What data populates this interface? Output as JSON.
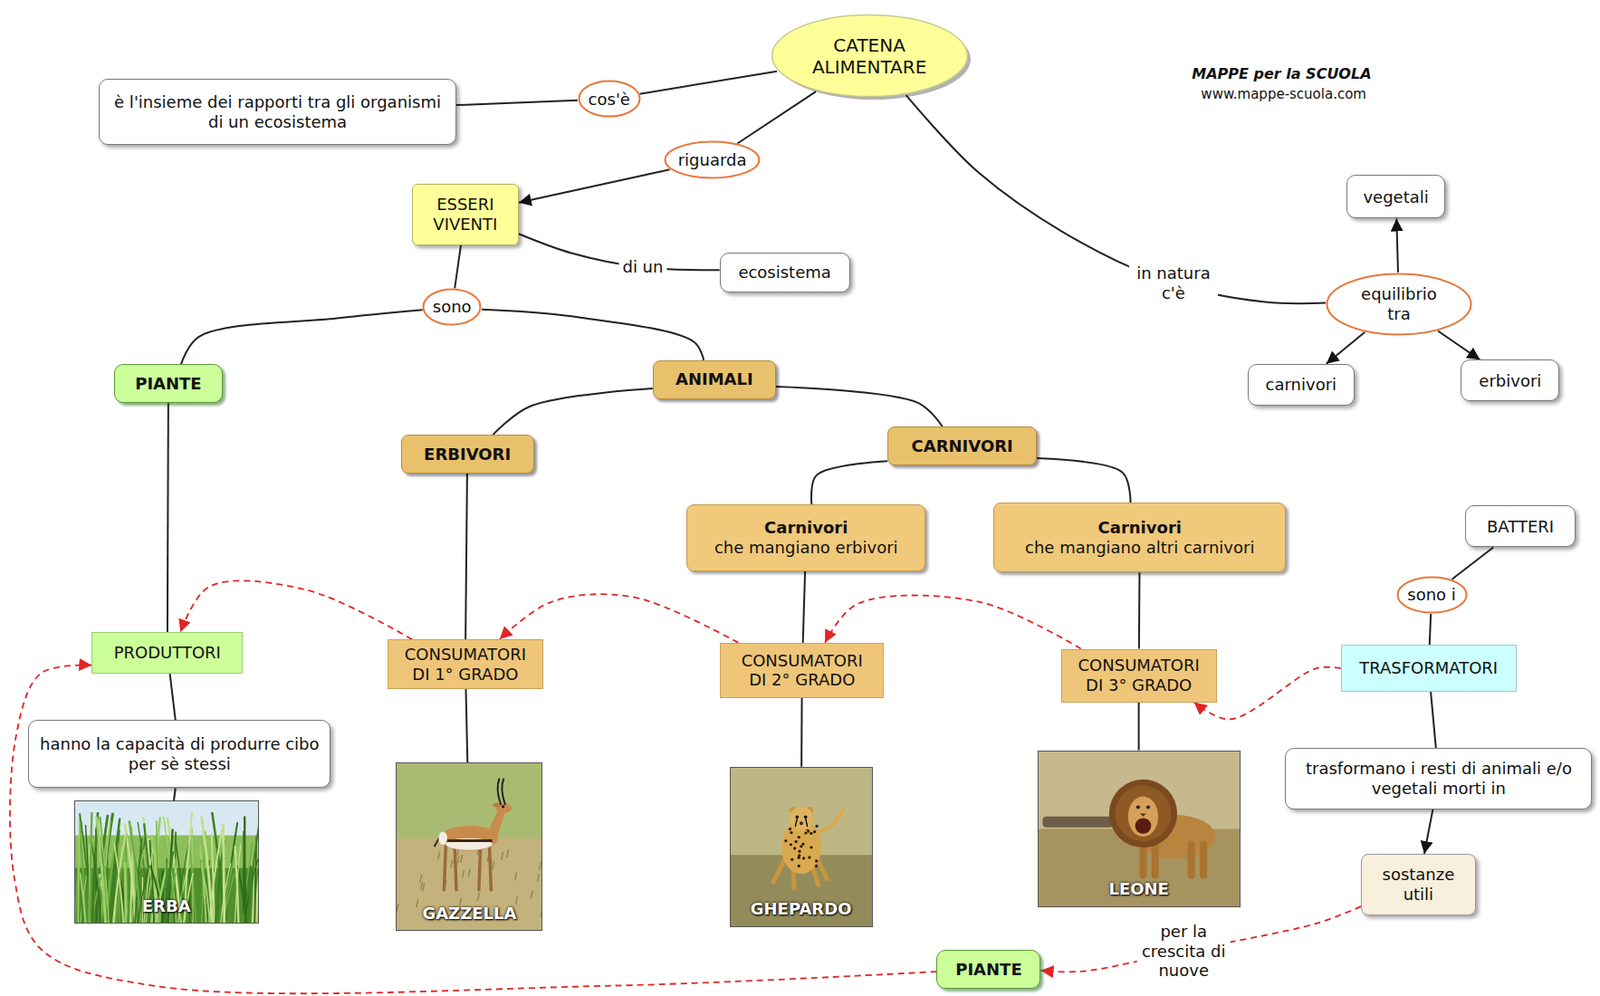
{
  "diagram": {
    "nodes": [
      {
        "text": [
          "CATENA ALIMENTARE"
        ]
      },
      {
        "text": [
          "è l'insieme dei rapporti tra gli organismi di un ecosistema"
        ]
      },
      {
        "text": [
          "cos'è"
        ]
      },
      {
        "text": [
          "riguarda"
        ]
      },
      {
        "text": [
          "vegetali"
        ]
      },
      {
        "text": [
          "ESSERI VIVENTI"
        ]
      },
      {
        "text": [
          "ecosistema"
        ]
      },
      {
        "text": [
          "equilibrio tra"
        ]
      },
      {
        "text": [
          "sono"
        ]
      },
      {
        "text": [
          "PIANTE"
        ]
      },
      {
        "text": [
          "ANIMALI"
        ]
      },
      {
        "text": [
          "carnivori"
        ]
      },
      {
        "text": [
          "erbivori"
        ]
      },
      {
        "text": [
          "CARNIVORI"
        ]
      },
      {
        "text": [
          "ERBIVORI"
        ]
      },
      {
        "text": [
          "Carnivori",
          "che mangiano erbivori"
        ]
      },
      {
        "text": [
          "Carnivori",
          "che mangiano altri carnivori"
        ]
      },
      {
        "text": [
          "BATTERI"
        ]
      },
      {
        "text": [
          "sono i"
        ]
      },
      {
        "text": [
          "PRODUTTORI"
        ]
      },
      {
        "text": [
          "CONSUMATORI DI 1° GRADO"
        ]
      },
      {
        "text": [
          "CONSUMATORI DI 2° GRADO"
        ]
      },
      {
        "text": [
          "TRASFORMATORI"
        ]
      },
      {
        "text": [
          "CONSUMATORI DI 3° GRADO"
        ]
      },
      {
        "text": [
          "hanno la capacità di produrre cibo per sè stessi"
        ]
      },
      {
        "text": [
          "trasformano i resti di animali e/o vegetali morti in"
        ]
      },
      {
        "text": [
          "LEONE"
        ]
      },
      {
        "text": [
          "GAZZELLA"
        ]
      },
      {
        "text": [
          "GHEPARDO"
        ]
      },
      {
        "text": [
          "ERBA"
        ]
      },
      {
        "text": [
          "sostanze utili"
        ]
      },
      {
        "text": [
          "PIANTE"
        ]
      }
    ],
    "edges": [
      {
        "from": 0,
        "to": 2,
        "arrow": "none"
      },
      {
        "from": 2,
        "to": 1,
        "arrow": "none"
      },
      {
        "from": 0,
        "to": 3,
        "arrow": "none"
      },
      {
        "from": 3,
        "to": 5,
        "arrow": "to"
      },
      {
        "from": 5,
        "to": 6,
        "label": "di un",
        "arrow": "none"
      },
      {
        "from": 0,
        "to": 7,
        "label": "in natura c'è",
        "arrow": "none"
      },
      {
        "from": 7,
        "to": 4,
        "arrow": "to"
      },
      {
        "from": 7,
        "to": 11,
        "arrow": "to"
      },
      {
        "from": 7,
        "to": 12,
        "arrow": "to"
      },
      {
        "from": 5,
        "to": 8,
        "arrow": "none"
      },
      {
        "from": 8,
        "to": 9,
        "arrow": "none"
      },
      {
        "from": 8,
        "to": 10,
        "arrow": "none"
      },
      {
        "from": 10,
        "to": 14,
        "arrow": "none"
      },
      {
        "from": 10,
        "to": 13,
        "arrow": "none"
      },
      {
        "from": 13,
        "to": 15,
        "arrow": "none"
      },
      {
        "from": 13,
        "to": 16,
        "arrow": "none"
      },
      {
        "from": 9,
        "to": 19,
        "arrow": "none"
      },
      {
        "from": 14,
        "to": 20,
        "arrow": "none"
      },
      {
        "from": 15,
        "to": 21,
        "arrow": "none"
      },
      {
        "from": 16,
        "to": 23,
        "arrow": "none"
      },
      {
        "from": 19,
        "to": 24,
        "arrow": "none"
      },
      {
        "from": 24,
        "to": 29,
        "arrow": "none"
      },
      {
        "from": 20,
        "to": 27,
        "arrow": "none"
      },
      {
        "from": 21,
        "to": 28,
        "arrow": "none"
      },
      {
        "from": 23,
        "to": 26,
        "arrow": "none"
      },
      {
        "from": 17,
        "to": 18,
        "arrow": "none"
      },
      {
        "from": 18,
        "to": 22,
        "arrow": "none"
      },
      {
        "from": 22,
        "to": 25,
        "arrow": "none"
      },
      {
        "from": 25,
        "to": 30,
        "arrow": "to"
      },
      {
        "from": 20,
        "to": 19,
        "arrow": "to"
      },
      {
        "from": 21,
        "to": 20,
        "arrow": "to"
      },
      {
        "from": 23,
        "to": 21,
        "arrow": "to"
      },
      {
        "from": 22,
        "to": 23,
        "arrow": "to"
      },
      {
        "from": 30,
        "to": 31,
        "label": "per la crescita di nuove",
        "arrow": "to"
      },
      {
        "from": 31,
        "to": 19,
        "arrow": "to"
      }
    ],
    "labels": [
      "MAPPE per la SCUOLA",
      "www.mappe-scuola.com"
    ]
  }
}
